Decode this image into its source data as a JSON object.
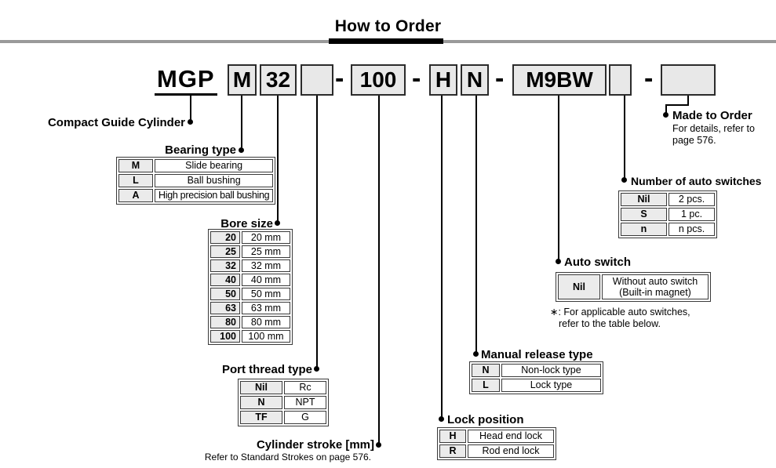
{
  "colors": {
    "box_fill": "#e8e8e8",
    "key_cell_fill": "#ebebeb",
    "rule_gray": "#9a9a9a",
    "line_black": "#000000"
  },
  "header": {
    "title": "How to Order"
  },
  "model": {
    "prefix": "MGP",
    "separator": "-",
    "bearing_code": "M",
    "bore_code": "32",
    "port_thread_code": "",
    "stroke_code": "100",
    "lock_position_code": "H",
    "manual_release_code": "N",
    "auto_switch_code": "M9BW",
    "auto_switch_qty_code": "",
    "made_to_order_code": ""
  },
  "compact_guide_cylinder": {
    "label": "Compact Guide Cylinder"
  },
  "bearing_type": {
    "title": "Bearing type",
    "rows": [
      {
        "code": "M",
        "desc": "Slide bearing"
      },
      {
        "code": "L",
        "desc": "Ball bushing"
      },
      {
        "code": "A",
        "desc": "High precision ball bushing"
      }
    ]
  },
  "bore_size": {
    "title": "Bore size",
    "rows": [
      {
        "code": "20",
        "desc": "20 mm"
      },
      {
        "code": "25",
        "desc": "25 mm"
      },
      {
        "code": "32",
        "desc": "32 mm"
      },
      {
        "code": "40",
        "desc": "40 mm"
      },
      {
        "code": "50",
        "desc": "50 mm"
      },
      {
        "code": "63",
        "desc": "63 mm"
      },
      {
        "code": "80",
        "desc": "80 mm"
      },
      {
        "code": "100",
        "desc": "100 mm"
      }
    ]
  },
  "port_thread_type": {
    "title": "Port thread type",
    "rows": [
      {
        "code": "Nil",
        "desc": "Rc"
      },
      {
        "code": "N",
        "desc": "NPT"
      },
      {
        "code": "TF",
        "desc": "G"
      }
    ]
  },
  "cylinder_stroke": {
    "title": "Cylinder stroke [mm]",
    "note": "Refer to Standard Strokes on page 576."
  },
  "lock_position": {
    "title": "Lock position",
    "rows": [
      {
        "code": "H",
        "desc": "Head end lock"
      },
      {
        "code": "R",
        "desc": "Rod end lock"
      }
    ]
  },
  "manual_release_type": {
    "title": "Manual release type",
    "rows": [
      {
        "code": "N",
        "desc": "Non-lock type"
      },
      {
        "code": "L",
        "desc": "Lock type"
      }
    ]
  },
  "auto_switch": {
    "title": "Auto switch",
    "rows": [
      {
        "code": "Nil",
        "desc_line1": "Without auto switch",
        "desc_line2": "(Built-in magnet)"
      }
    ],
    "note_line1": "∗: For applicable auto switches,",
    "note_line2": "refer to the table below."
  },
  "number_of_auto_switches": {
    "title": "Number of auto switches",
    "rows": [
      {
        "code": "Nil",
        "desc": "2 pcs."
      },
      {
        "code": "S",
        "desc": "1 pc."
      },
      {
        "code": "n",
        "desc": "n pcs."
      }
    ]
  },
  "made_to_order": {
    "title": "Made to Order",
    "note_line1": "For details, refer to",
    "note_line2": "page 576."
  }
}
